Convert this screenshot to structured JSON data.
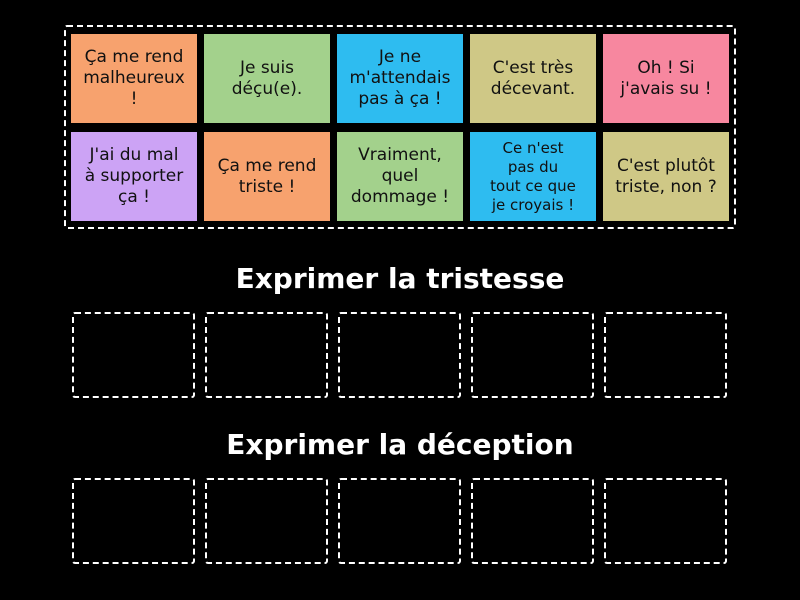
{
  "cards": [
    {
      "text": "Ça me rend\nmalheureux\n!",
      "color": "#f7a26e"
    },
    {
      "text": "Je suis\ndéçu(e).",
      "color": "#a3d18c"
    },
    {
      "text": "Je ne\nm'attendais\npas à ça !",
      "color": "#2ebcf0"
    },
    {
      "text": "C'est très\ndécevant.",
      "color": "#cfc886"
    },
    {
      "text": "Oh ! Si\nj'avais su !",
      "color": "#f7879f"
    },
    {
      "text": "J'ai du mal\nà supporter\nça !",
      "color": "#cca3f5"
    },
    {
      "text": "Ça me rend\ntriste !",
      "color": "#f7a26e"
    },
    {
      "text": "Vraiment,\nquel\ndommage !",
      "color": "#a3d18c"
    },
    {
      "text": "Ce n'est\npas du\ntout ce que\nje croyais !",
      "color": "#2ebcf0"
    },
    {
      "text": "C'est plutôt\ntriste, non ?",
      "color": "#cfc886"
    }
  ],
  "groups": [
    {
      "title": "Exprimer la tristesse"
    },
    {
      "title": "Exprimer la déception"
    }
  ]
}
